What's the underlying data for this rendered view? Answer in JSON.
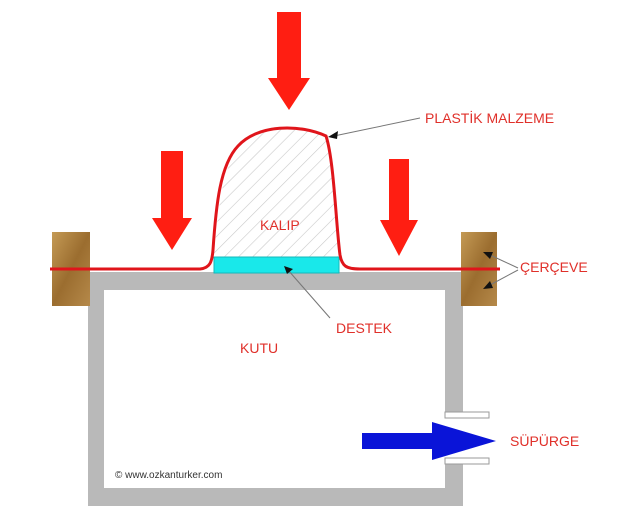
{
  "labels": {
    "plastic": "PLASTİK MALZEME",
    "mold": "KALIP",
    "frame": "ÇERÇEVE",
    "support": "DESTEK",
    "box": "KUTU",
    "vacuum": "SÜPÜRGE"
  },
  "copyright": "© www.ozkanturker.com",
  "colors": {
    "arrow_red": "#ff1e12",
    "plastic_line": "#e0151b",
    "label_red": "#e0302a",
    "support_cyan": "#19e8ea",
    "box_gray": "#b9b9b9",
    "wood": "#a97b3b",
    "vacuum_blue": "#0a14d8"
  }
}
